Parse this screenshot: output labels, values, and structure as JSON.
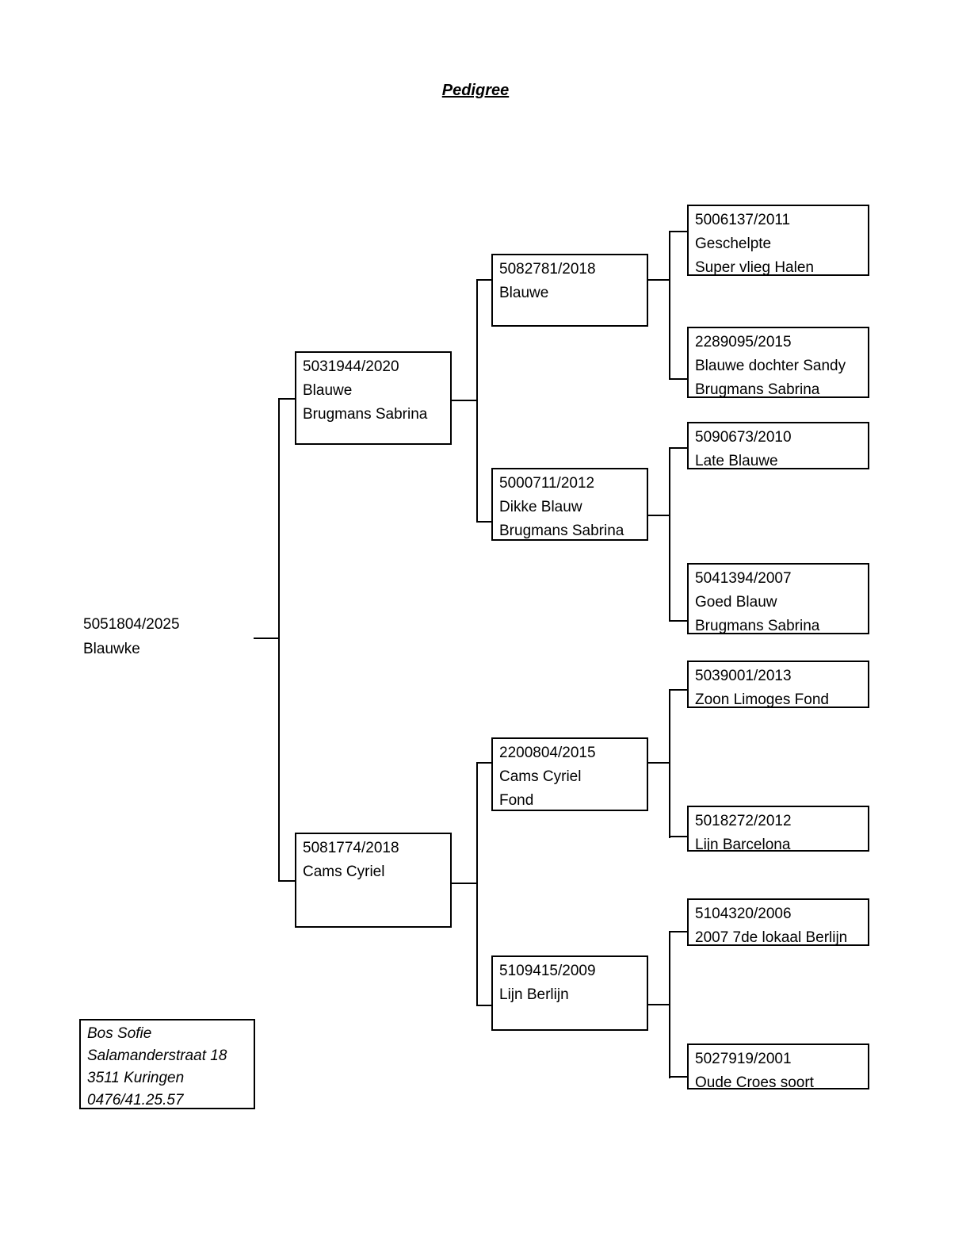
{
  "title": "Pedigree",
  "subject": {
    "ring": "5051804/2025",
    "name": "Blauwke"
  },
  "pedigree": {
    "gen2": [
      {
        "ring": "5031944/2020",
        "line2": "Blauwe",
        "line3": "Brugmans Sabrina"
      },
      {
        "ring": "5081774/2018",
        "line2": "Cams Cyriel"
      }
    ],
    "gen3": [
      {
        "ring": "5082781/2018",
        "line2": "Blauwe"
      },
      {
        "ring": "5000711/2012",
        "line2": "Dikke Blauw",
        "line3": "Brugmans Sabrina"
      },
      {
        "ring": "2200804/2015",
        "line2": "Cams Cyriel",
        "line3": "Fond"
      },
      {
        "ring": "5109415/2009",
        "line2": "Lijn Berlijn"
      }
    ],
    "gen4": [
      {
        "ring": "5006137/2011",
        "line2": "Geschelpte",
        "line3": "Super vlieg Halen"
      },
      {
        "ring": "2289095/2015",
        "line2": "Blauwe dochter Sandy",
        "line3": "Brugmans Sabrina"
      },
      {
        "ring": "5090673/2010",
        "line2": "Late Blauwe"
      },
      {
        "ring": "5041394/2007",
        "line2": "Goed Blauw",
        "line3": "Brugmans Sabrina"
      },
      {
        "ring": "5039001/2013",
        "line2": "Zoon Limoges Fond"
      },
      {
        "ring": "5018272/2012",
        "line2": "Lijn Barcelona"
      },
      {
        "ring": "5104320/2006",
        "line2": "2007 7de lokaal Berlijn"
      },
      {
        "ring": "5027919/2001",
        "line2": "Oude Croes soort"
      }
    ]
  },
  "owner": {
    "name": "Bos Sofie",
    "street": "Salamanderstraat 18",
    "city": "3511 Kuringen",
    "phone": "0476/41.25.57"
  },
  "colors": {
    "background": "#ffffff",
    "text": "#000000",
    "line": "#000000"
  }
}
